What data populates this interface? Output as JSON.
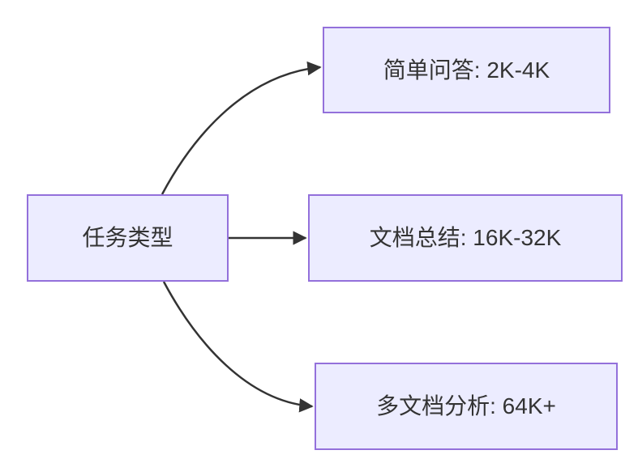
{
  "diagram": {
    "type": "flowchart",
    "direction": "left-to-right",
    "root": {
      "label": "任务类型"
    },
    "children": [
      {
        "label": "简单问答: 2K-4K"
      },
      {
        "label": "文档总结: 16K-32K"
      },
      {
        "label": "多文档分析: 64K+"
      }
    ],
    "edges": [
      {
        "from": "任务类型",
        "to": "简单问答: 2K-4K"
      },
      {
        "from": "任务类型",
        "to": "文档总结: 16K-32K"
      },
      {
        "from": "任务类型",
        "to": "多文档分析: 64K+"
      }
    ],
    "colors": {
      "node_fill": "#ECECFF",
      "node_border": "#9370DB",
      "edge": "#333333",
      "text": "#333333"
    }
  }
}
